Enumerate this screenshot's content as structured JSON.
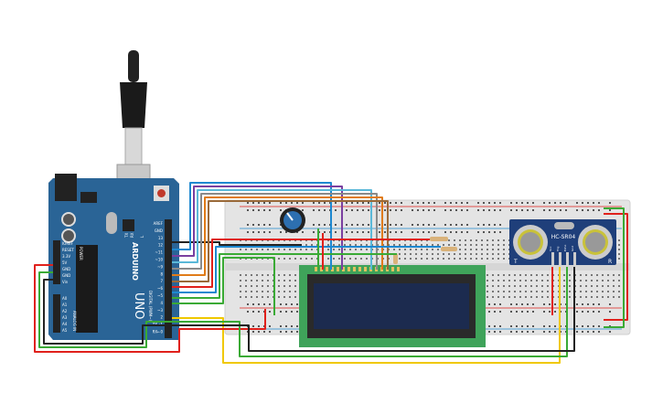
{
  "arduino": {
    "brand": "ARDUINO",
    "model": "UNO",
    "power_header_label": "POWER",
    "analog_header_label": "ANALOG IN",
    "digital_header_label": "DIGITAL (PWM~)",
    "power_pins": [
      "IOREF",
      "RESET",
      "3.3V",
      "5V",
      "GND",
      "GND",
      "Vin"
    ],
    "analog_pins": [
      "A0",
      "A1",
      "A2",
      "A3",
      "A4",
      "A5"
    ],
    "digital_pins": [
      "AREF",
      "GND",
      "13",
      "12",
      "~11",
      "~10",
      "~9",
      "8",
      "7",
      "~6",
      "~5",
      "4",
      "~3",
      "2",
      "TX→1",
      "RX←0"
    ],
    "led_labels": [
      "TX",
      "RX",
      "L"
    ],
    "board_color": "#2a6496"
  },
  "sensor": {
    "model": "HC-SR04",
    "pins": [
      "Vcc",
      "Trig",
      "Echo",
      "Gnd"
    ],
    "left_label": "T",
    "right_label": "R",
    "color": "#1f3f7a"
  },
  "lcd": {
    "pcb_color": "#3fa35a",
    "screen_color": "#1c2b4f"
  },
  "wires": {
    "red": "#e0201b",
    "black": "#222222",
    "green": "#3aaa35",
    "blue": "#1e88d0",
    "purple": "#7a3fa0",
    "cyan": "#5ab8d8",
    "gray": "#8a8a8a",
    "orange": "#e07b18",
    "brown": "#9a6a3a",
    "yellow": "#f0c800"
  }
}
